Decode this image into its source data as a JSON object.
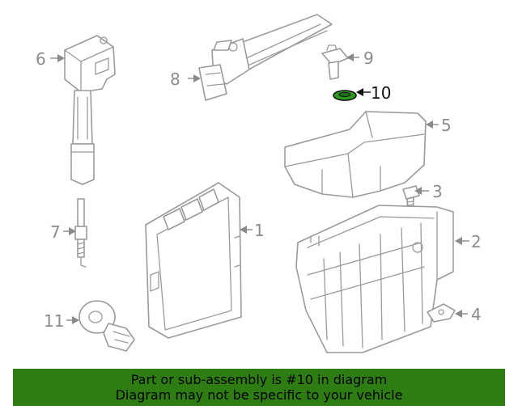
{
  "diagram": {
    "highlighted_part": "10",
    "highlight_color": "#2e9a1e",
    "callouts": {
      "c1": "1",
      "c2": "2",
      "c3": "3",
      "c4": "4",
      "c5": "5",
      "c6": "6",
      "c7": "7",
      "c8": "8",
      "c9": "9",
      "c10": "10",
      "c11": "11"
    }
  },
  "banner": {
    "line1": "Part or sub-assembly is #10 in diagram",
    "line2": "Diagram may not be specific to your vehicle",
    "background": "#2e7d12"
  }
}
